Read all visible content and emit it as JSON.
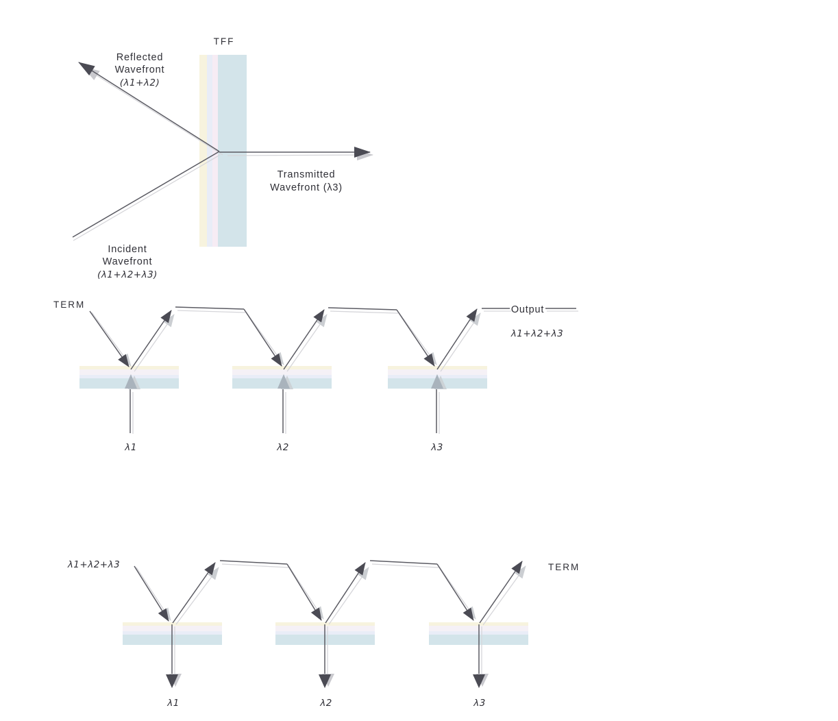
{
  "colors": {
    "ray": "#5b5b63",
    "ray_shadow": "#d6d6da",
    "arrowhead_dark": "#4b4b54",
    "arrowhead_gray_blue": "#a9b3bc",
    "filter_layer_yellow": "#f7f3de",
    "filter_layer_white": "#f5f1f6",
    "filter_layer_lavender": "#e9edf7",
    "filter_layer_pink": "#f6ecf4",
    "filter_layer_blue": "#d3e4ea",
    "text": "#2f2f36"
  },
  "tff_diagram": {
    "filter_label": "TFF",
    "reflected": {
      "line1": "Reflected",
      "line2": "Wavefront",
      "line3": "(λ1+λ2)"
    },
    "transmitted": {
      "line1": "Transmitted",
      "line2": "Wavefront (λ3)"
    },
    "incident": {
      "line1": "Incident",
      "line2": "Wavefront",
      "line3": "(λ1+λ2+λ3)"
    }
  },
  "mux_diagram": {
    "term_label": "TERM",
    "output_label": "Output",
    "output_sum": "λ1+λ2+λ3",
    "channels": [
      "λ1",
      "λ2",
      "λ3"
    ]
  },
  "demux_diagram": {
    "input_sum": "λ1+λ2+λ3",
    "term_label": "TERM",
    "channels": [
      "λ1",
      "λ2",
      "λ3"
    ]
  }
}
